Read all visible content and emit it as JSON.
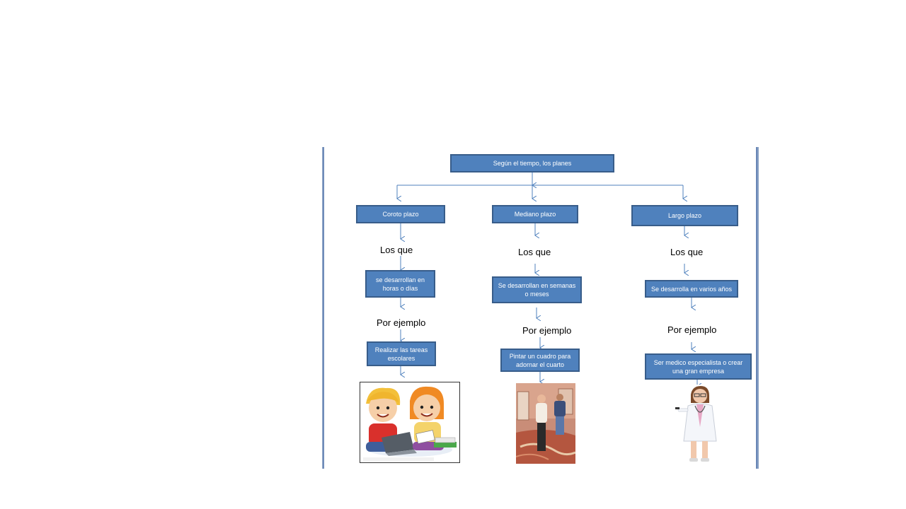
{
  "diagram": {
    "root": "Según el tiempo,  los planes",
    "columns": [
      {
        "plazo": "Coroto plazo",
        "los_que": "Los que",
        "descripcion": "se desarrollan en horas o días",
        "por_ejemplo": "Por ejemplo",
        "ejemplo": "Realizar las tareas escolares",
        "image_icon": "children-studying-image"
      },
      {
        "plazo": "Mediano plazo",
        "los_que": "Los que",
        "descripcion": "Se desarrollan en semanas o meses",
        "por_ejemplo": "Por ejemplo",
        "ejemplo": "Pintar un cuadro para adornar el cuarto",
        "image_icon": "painting-people-image"
      },
      {
        "plazo": "Largo plazo",
        "los_que": "Los que",
        "descripcion": "Se desarrolla en varios años",
        "por_ejemplo": "Por ejemplo",
        "ejemplo": "Ser medico especialista  o crear una gran empresa",
        "image_icon": "doctor-child-image"
      }
    ]
  },
  "colors": {
    "box_fill": "#4f81bd",
    "box_border": "#385d8a",
    "arrow": "#4f81bd"
  }
}
